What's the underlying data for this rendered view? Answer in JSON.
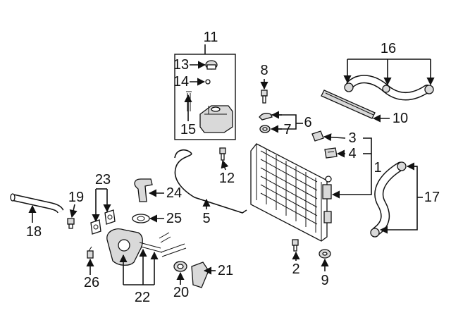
{
  "callouts": [
    "1",
    "2",
    "3",
    "4",
    "5",
    "6",
    "7",
    "8",
    "9",
    "10",
    "11",
    "12",
    "13",
    "14",
    "15",
    "16",
    "17",
    "18",
    "19",
    "20",
    "21",
    "22",
    "23",
    "24",
    "25",
    "26"
  ],
  "colors": {
    "line": "#111111",
    "background": "#ffffff",
    "part_fill": "#ffffff",
    "part_shade": "#d9d9d9"
  }
}
